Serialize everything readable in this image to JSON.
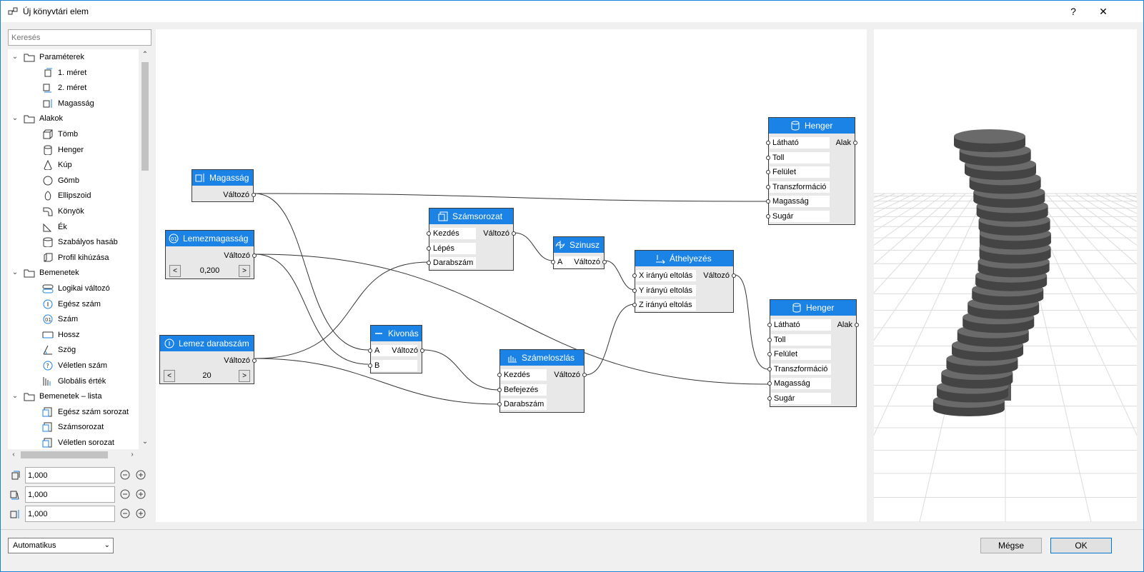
{
  "window": {
    "title": "Új könyvtári elem",
    "help_label": "?",
    "close_label": "✕"
  },
  "search": {
    "placeholder": "Keresés"
  },
  "tree": [
    {
      "label": "Paraméterek",
      "level": 0,
      "icon": "folder-icon"
    },
    {
      "label": "1. méret",
      "level": 1,
      "icon": "dimension-1-icon"
    },
    {
      "label": "2. méret",
      "level": 1,
      "icon": "dimension-2-icon"
    },
    {
      "label": "Magasság",
      "level": 1,
      "icon": "height-icon"
    },
    {
      "label": "Alakok",
      "level": 0,
      "icon": "folder-icon"
    },
    {
      "label": "Tömb",
      "level": 1,
      "icon": "block-icon"
    },
    {
      "label": "Henger",
      "level": 1,
      "icon": "cylinder-icon"
    },
    {
      "label": "Kúp",
      "level": 1,
      "icon": "cone-icon"
    },
    {
      "label": "Gömb",
      "level": 1,
      "icon": "sphere-icon"
    },
    {
      "label": "Ellipszoid",
      "level": 1,
      "icon": "ellipsoid-icon"
    },
    {
      "label": "Könyök",
      "level": 1,
      "icon": "elbow-icon"
    },
    {
      "label": "Ék",
      "level": 1,
      "icon": "wedge-icon"
    },
    {
      "label": "Szabályos hasáb",
      "level": 1,
      "icon": "prism-icon"
    },
    {
      "label": "Profil kihúzása",
      "level": 1,
      "icon": "profile-extrude-icon"
    },
    {
      "label": "Bemenetek",
      "level": 0,
      "icon": "folder-icon"
    },
    {
      "label": "Logikai változó",
      "level": 1,
      "icon": "boolean-icon"
    },
    {
      "label": "Egész szám",
      "level": 1,
      "icon": "integer-icon"
    },
    {
      "label": "Szám",
      "level": 1,
      "icon": "number-icon"
    },
    {
      "label": "Hossz",
      "level": 1,
      "icon": "length-icon"
    },
    {
      "label": "Szög",
      "level": 1,
      "icon": "angle-icon"
    },
    {
      "label": "Véletlen szám",
      "level": 1,
      "icon": "random-number-icon"
    },
    {
      "label": "Globális érték",
      "level": 1,
      "icon": "global-value-icon"
    },
    {
      "label": "Bemenetek – lista",
      "level": 0,
      "icon": "folder-icon"
    },
    {
      "label": "Egész szám sorozat",
      "level": 1,
      "icon": "integer-series-icon"
    },
    {
      "label": "Számsorozat",
      "level": 1,
      "icon": "number-series-icon"
    },
    {
      "label": "Véletlen sorozat",
      "level": 1,
      "icon": "random-series-icon"
    }
  ],
  "dimensions": [
    {
      "value": "1,000",
      "icon": "dimension-1-icon"
    },
    {
      "value": "1,000",
      "icon": "dimension-2-icon"
    },
    {
      "value": "1,000",
      "icon": "height-icon"
    }
  ],
  "nodes": {
    "magassag": {
      "title": "Magasság",
      "output": "Változó"
    },
    "lemezmagassag": {
      "title": "Lemezmagasság",
      "output": "Változó",
      "value": "0,200",
      "dec": "<",
      "inc": ">"
    },
    "lemezdarab": {
      "title": "Lemez darabszám",
      "output": "Változó",
      "value": "20",
      "dec": "<",
      "inc": ">"
    },
    "szamsorozat": {
      "title": "Számsorozat",
      "inputs": [
        "Kezdés",
        "Lépés",
        "Darabszám"
      ],
      "output": "Változó"
    },
    "szinusz": {
      "title": "Szinusz",
      "inputs": [
        "A"
      ],
      "output": "Változó"
    },
    "kivonas": {
      "title": "Kivonás",
      "inputs": [
        "A",
        "B"
      ],
      "output": "Változó"
    },
    "szameloszlas": {
      "title": "Számeloszlás",
      "inputs": [
        "Kezdés",
        "Befejezés",
        "Darabszám"
      ],
      "output": "Változó"
    },
    "athelyezes": {
      "title": "Áthelyezés",
      "inputs": [
        "X irányú eltolás",
        "Y irányú eltolás",
        "Z irányú eltolás"
      ],
      "output": "Változó"
    },
    "henger1": {
      "title": "Henger",
      "inputs": [
        "Látható",
        "Toll",
        "Felület",
        "Transzformáció",
        "Magasság",
        "Sugár"
      ],
      "output": "Alak"
    },
    "henger2": {
      "title": "Henger",
      "inputs": [
        "Látható",
        "Toll",
        "Felület",
        "Transzformáció",
        "Magasság",
        "Sugár"
      ],
      "output": "Alak"
    }
  },
  "footer": {
    "mode_select": "Automatikus",
    "cancel_label": "Mégse",
    "ok_label": "OK"
  },
  "colors": {
    "accent": "#1b83e5",
    "window_border": "#1883d7",
    "shape": "#505050"
  }
}
